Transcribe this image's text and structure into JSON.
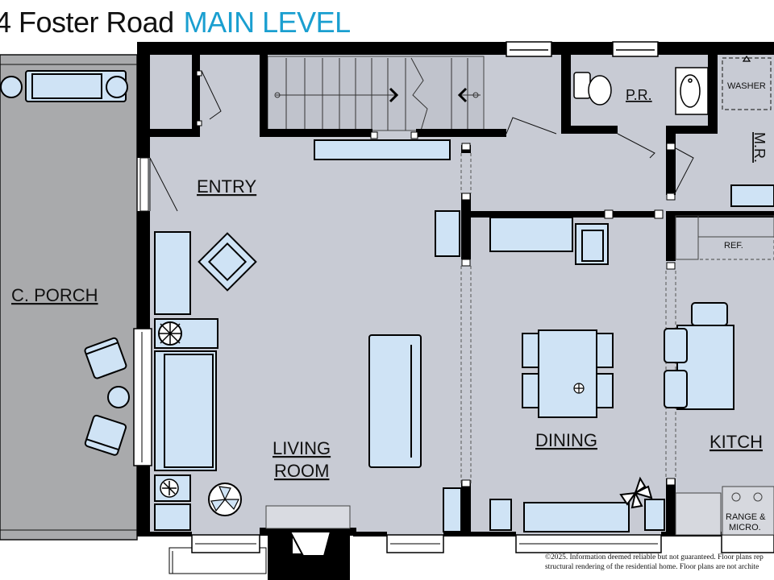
{
  "header": {
    "address": "4 Foster Road",
    "level": "MAIN LEVEL"
  },
  "rooms": {
    "porch": "C. PORCH",
    "entry": "ENTRY",
    "living_line1": "LIVING",
    "living_line2": "ROOM",
    "dining": "DINING",
    "kitchen": "KITCH",
    "powder_room": "P.R.",
    "mudroom": "M.R.",
    "washer": "WASHER",
    "fridge": "REF.",
    "range_line1": "RANGE &",
    "range_line2": "MICRO."
  },
  "disclaimer": {
    "line1": "©2025. Information deemed reliable but not guaranteed. Floor plans rep",
    "line2": "structural rendering of the residential home. Floor plans are not archite"
  },
  "colors": {
    "wall": "#000000",
    "floor": "#c8cbd4",
    "furniture": "#cfe3f5",
    "porch": "#a9aaac",
    "accent": "#1a9fd0"
  }
}
